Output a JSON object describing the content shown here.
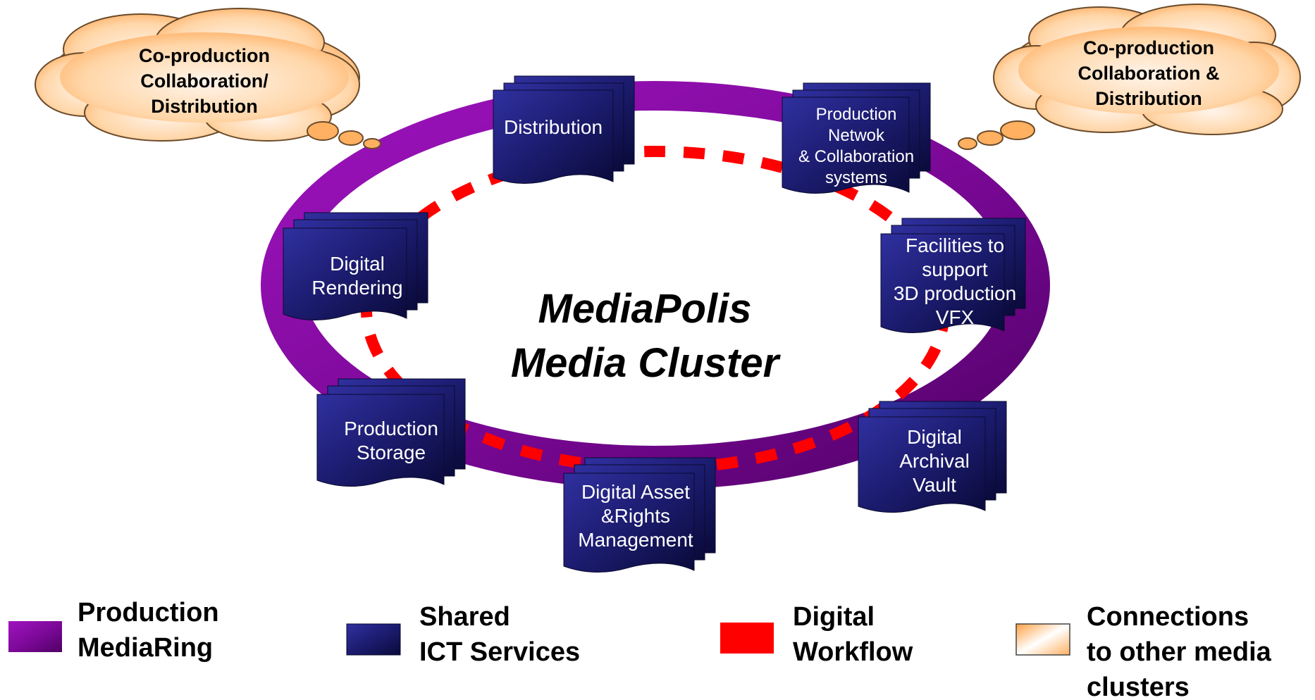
{
  "center_title": {
    "line1": "MediaPolis",
    "line2": "Media Cluster"
  },
  "clouds": [
    {
      "lines": [
        "Co-production",
        "Collaboration/",
        "Distribution"
      ]
    },
    {
      "lines": [
        "Co-production",
        "Collaboration &",
        "Distribution"
      ]
    }
  ],
  "services": [
    {
      "id": "distribution",
      "lines": [
        "Distribution"
      ]
    },
    {
      "id": "production-network",
      "lines": [
        "Production",
        "Netwok",
        "& Collaboration",
        "systems"
      ]
    },
    {
      "id": "digital-rendering",
      "lines": [
        "Digital",
        "Rendering"
      ]
    },
    {
      "id": "facilities-3d",
      "lines": [
        "Facilities to",
        "support",
        "3D production",
        "VFX"
      ]
    },
    {
      "id": "production-storage",
      "lines": [
        "Production",
        "Storage"
      ]
    },
    {
      "id": "digital-archival-vault",
      "lines": [
        "Digital",
        "Archival",
        "Vault"
      ]
    },
    {
      "id": "digital-asset-rights",
      "lines": [
        "Digital Asset",
        "&Rights",
        "Management"
      ]
    }
  ],
  "legend": [
    {
      "id": "production-mediaring",
      "lines": [
        "Production",
        "MediaRing"
      ]
    },
    {
      "id": "shared-ict-services",
      "lines": [
        "Shared",
        "ICT Services"
      ]
    },
    {
      "id": "digital-workflow",
      "lines": [
        "Digital",
        "Workflow"
      ]
    },
    {
      "id": "connections",
      "lines": [
        "Connections",
        "to other media",
        "clusters"
      ]
    }
  ],
  "colors": {
    "ring": "#8a0aa6",
    "ring_dark": "#5a0070",
    "service_fill": "#1f1f78",
    "service_dark": "#0c0c40",
    "workflow": "#ff0000",
    "cloud_fill": "#ffd7ad",
    "cloud_edge": "#ff9a3c"
  }
}
